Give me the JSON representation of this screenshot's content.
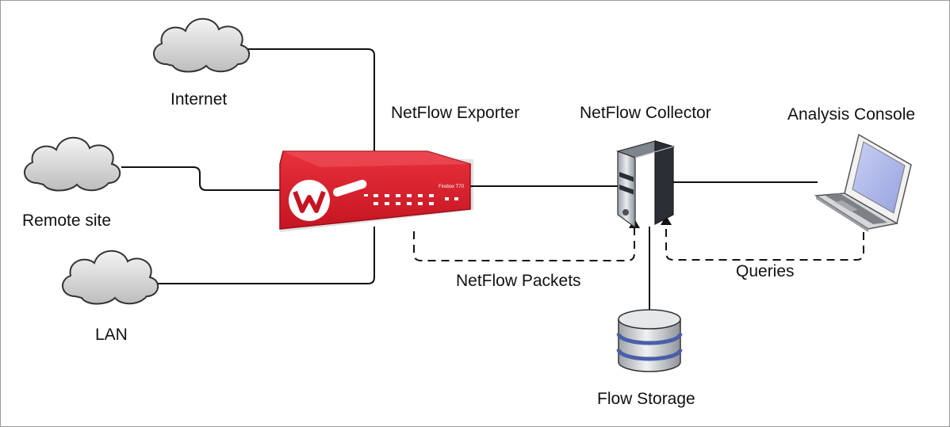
{
  "nodes": {
    "internet": {
      "label": "Internet",
      "icon": "cloud-icon"
    },
    "remote_site": {
      "label": "Remote site",
      "icon": "cloud-icon"
    },
    "lan": {
      "label": "LAN",
      "icon": "cloud-icon"
    },
    "exporter": {
      "label": "NetFlow Exporter",
      "icon": "firewall-appliance-icon",
      "model_text": "Firebox T70"
    },
    "collector": {
      "label": "NetFlow Collector",
      "icon": "server-tower-icon"
    },
    "console": {
      "label": "Analysis Console",
      "icon": "laptop-icon"
    },
    "storage": {
      "label": "Flow Storage",
      "icon": "database-icon"
    }
  },
  "edges": {
    "netflow_packets": {
      "label": "NetFlow Packets",
      "style": "dashed"
    },
    "queries": {
      "label": "Queries",
      "style": "dashed"
    }
  },
  "colors": {
    "appliance_red": "#d8202e",
    "line": "#111111",
    "cloud_fill": "#d9d9d9",
    "laptop_screen": "#a9b4e6",
    "frame_border": "#9a9a9a"
  }
}
